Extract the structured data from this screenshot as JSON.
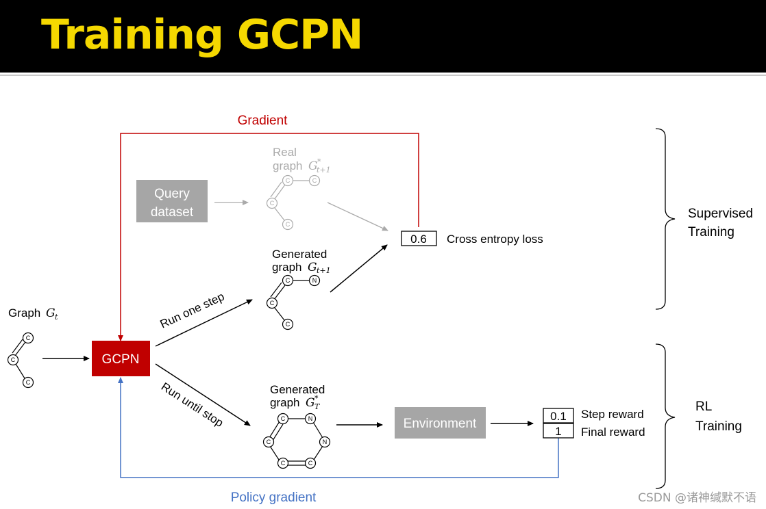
{
  "title": "Training GCPN",
  "labels": {
    "gradient": "Gradient",
    "policy_gradient": "Policy gradient",
    "query_dataset_line1": "Query",
    "query_dataset_line2": "dataset",
    "real_graph_line1": "Real",
    "real_graph_line2": "graph",
    "real_graph_symbol": "G",
    "real_graph_sup": "*",
    "real_graph_sub": "t+1",
    "generated_graph_line1": "Generated",
    "generated_graph_line2": "graph",
    "generated_graph_symbol": "G",
    "generated_graph_sub": "t+1",
    "generated_final_line1": "Generated",
    "generated_final_line2": "graph",
    "generated_final_symbol": "G",
    "generated_final_sup": "*",
    "generated_final_sub": "T",
    "graph_input": "Graph",
    "graph_input_symbol": "G",
    "graph_input_sub": "t",
    "gcpn": "GCPN",
    "run_one_step": "Run one step",
    "run_until_stop": "Run until stop",
    "environment": "Environment",
    "loss_value": "0.6",
    "cross_entropy": "Cross entropy loss",
    "step_reward_value": "0.1",
    "final_reward_value": "1",
    "step_reward": "Step reward",
    "final_reward": "Final reward",
    "supervised_line1": "Supervised",
    "supervised_line2": "Training",
    "rl_line1": "RL",
    "rl_line2": "Training",
    "watermark": "CSDN @诸神缄默不语"
  },
  "atoms": {
    "carbon": "C",
    "nitrogen": "N"
  },
  "colors": {
    "title": "#f5d800",
    "header_bg": "#000000",
    "gcpn_box": "#c00000",
    "gray_box": "#a6a6a6",
    "gradient_red": "#c00000",
    "policy_blue": "#4472c4",
    "faded": "#aaaaaa"
  }
}
